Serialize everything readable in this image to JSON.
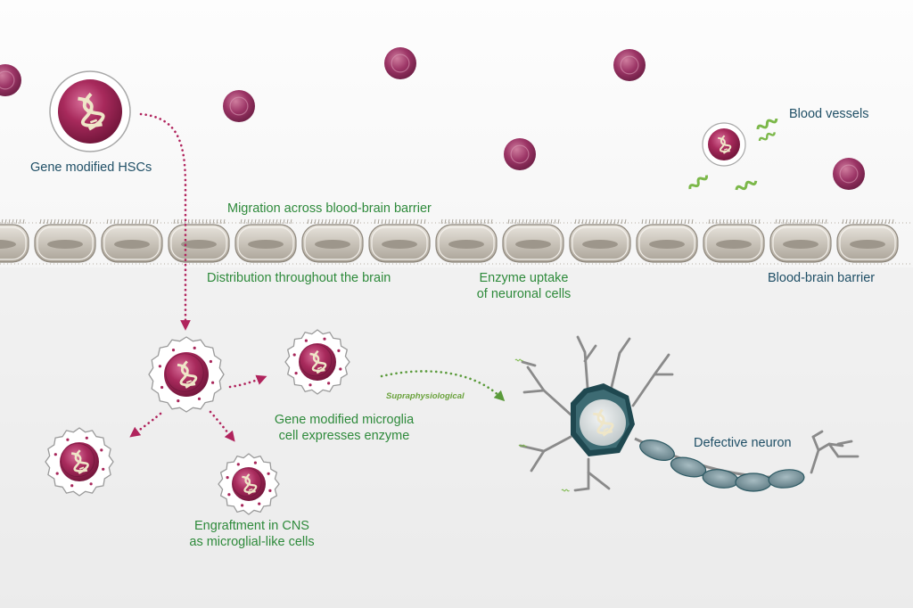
{
  "labels": {
    "gene_modified_hscs": "Gene modified HSCs",
    "migration": "Migration across blood-brain barrier",
    "distribution": "Distribution throughout the brain",
    "enzyme_uptake_line1": "Enzyme uptake",
    "enzyme_uptake_line2": "of neuronal cells",
    "blood_brain_barrier": "Blood-brain barrier",
    "blood_vessels": "Blood vessels",
    "gene_modified_microglia_line1": "Gene modified microglia",
    "gene_modified_microglia_line2": "cell expresses enzyme",
    "engraftment_line1": "Engraftment in CNS",
    "engraftment_line2": "as microglial-like cells",
    "supraphysiological": "Supraphysiological",
    "defective_neuron": "Defective neuron"
  },
  "colors": {
    "cell_magenta": "#a8265a",
    "arrow_magenta": "#b0235c",
    "arrow_green": "#5a9a3a",
    "label_green": "#2e8a3b",
    "label_blue": "#1f4f66",
    "neuron_body": "#1f4850",
    "barrier_cell": "#c9c3b9"
  }
}
